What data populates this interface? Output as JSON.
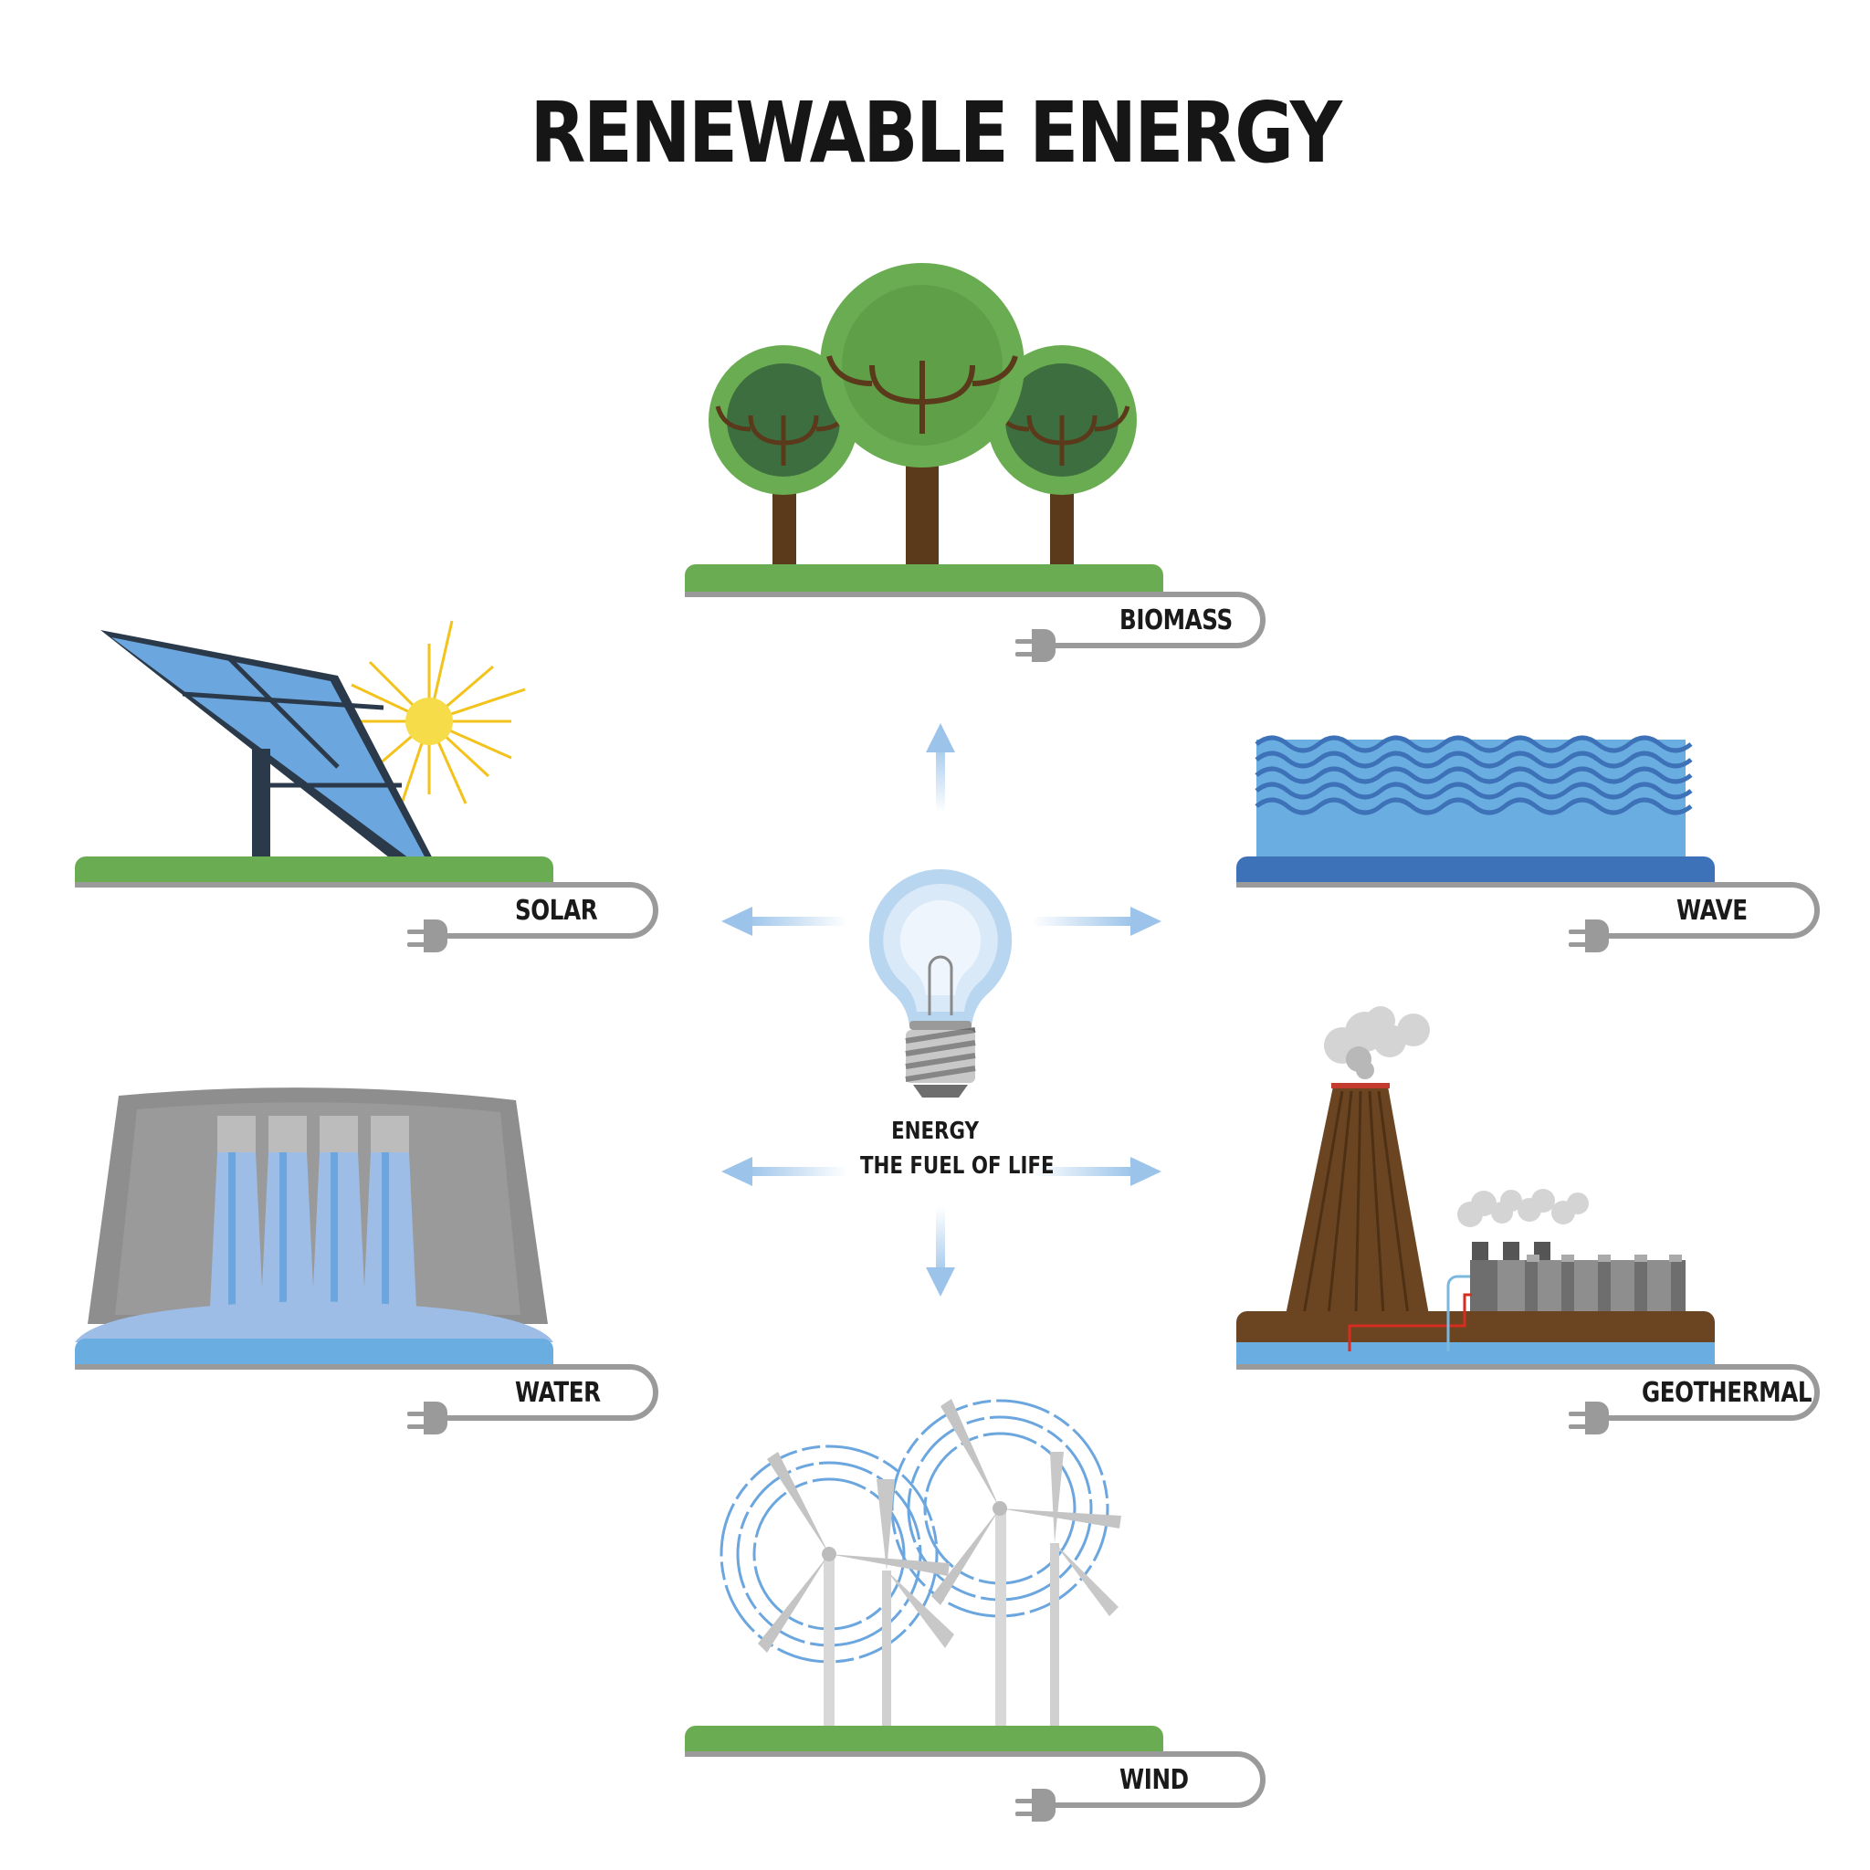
{
  "title": "RENEWABLE ENERGY",
  "center": {
    "line1": "ENERGY",
    "line2": "THE FUEL OF LIFE"
  },
  "sources": {
    "biomass": "BIOMASS",
    "solar": "SOLAR",
    "wave": "WAVE",
    "water": "WATER",
    "geothermal": "GEOTHERMAL",
    "wind": "WIND"
  },
  "colors": {
    "grass": "#6aac52",
    "water_light": "#6aade0",
    "water_dark": "#3d72b8",
    "panel_blue": "#6ba6df",
    "frame_dark": "#2b3a4a",
    "sun": "#f3c21b",
    "tree_light": "#6aac52",
    "tree_dark": "#3d6e3f",
    "trunk": "#5a3a1a",
    "dam_gray": "#9a9a9a",
    "soil": "#6b4522",
    "arrow": "#b5d3ee",
    "cable": "#9a9a9a"
  }
}
